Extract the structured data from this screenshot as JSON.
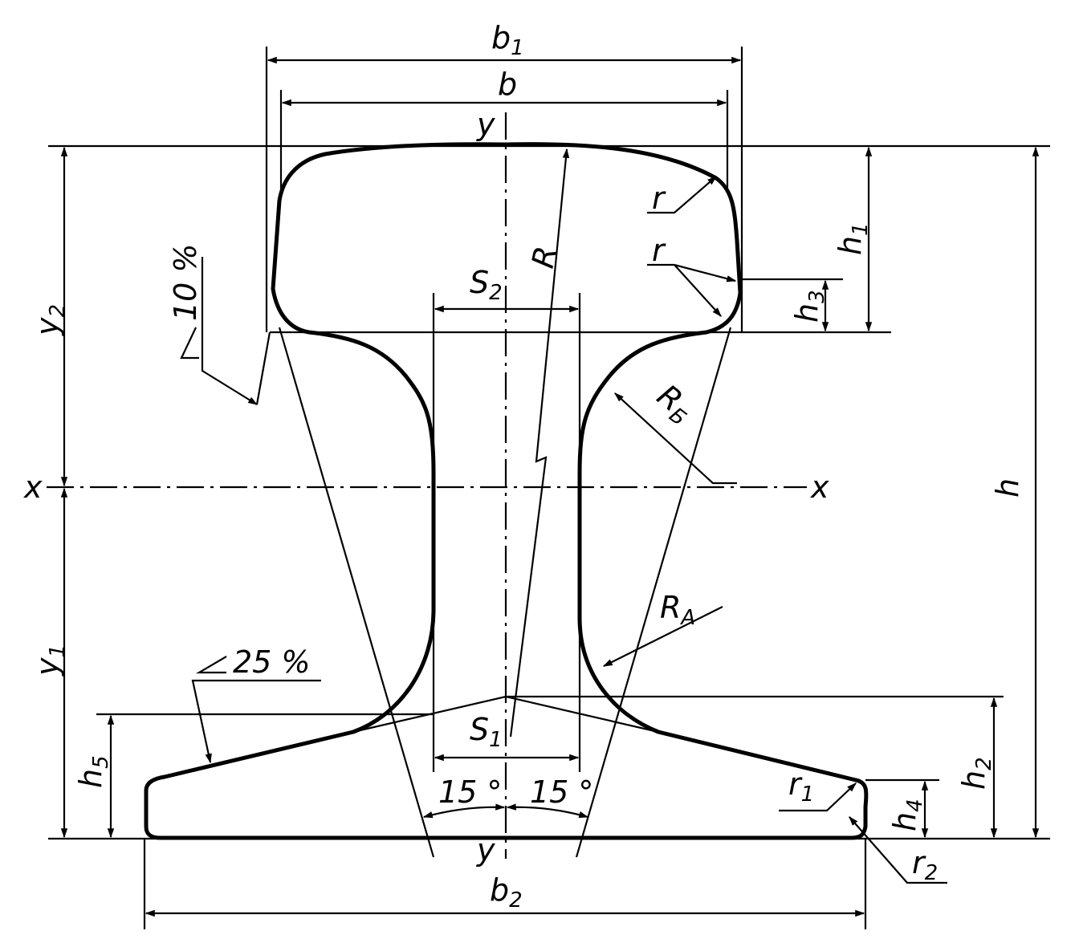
{
  "labels": {
    "b1": "b",
    "b1_sub": "1",
    "b": "b",
    "y_top": "y",
    "y_bottom": "y",
    "y2": "y",
    "y2_sub": "2",
    "y1": "y",
    "y1_sub": "1",
    "x_left": "x",
    "x_right": "x",
    "h": "h",
    "h1": "h",
    "h1_sub": "1",
    "h2": "h",
    "h2_sub": "2",
    "h3": "h",
    "h3_sub": "3",
    "h4": "h",
    "h4_sub": "4",
    "h5": "h",
    "h5_sub": "5",
    "S2": "S",
    "S2_sub": "2",
    "S1": "S",
    "S1_sub": "1",
    "R": "R",
    "R_b": "R",
    "R_b_sub": "Б",
    "R_a": "R",
    "R_a_sub": "A",
    "r_top": "r",
    "r_mid": "r",
    "r1": "r",
    "r1_sub": "1",
    "r2": "r",
    "r2_sub": "2",
    "b2": "b",
    "b2_sub": "2",
    "slope_head": "10 %",
    "slope_foot": "25 %",
    "angle_left": "15 °",
    "angle_right": "15 °"
  }
}
